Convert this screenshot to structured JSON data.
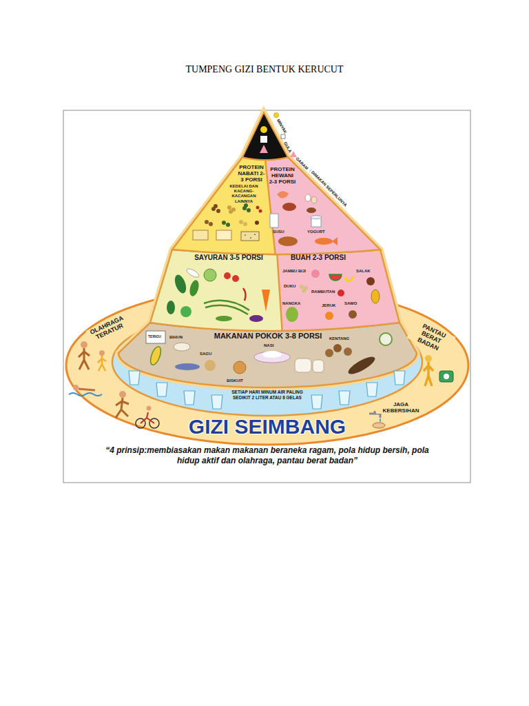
{
  "diagram": {
    "title": "TUMPENG GIZI BENTUK KERUCUT",
    "caption": "“4 prinsip:membiasakan makan makanan beraneka ragam, pola hidup bersih, pola hidup aktif dan olahraga, pantau berat badan”",
    "nodes": [
      {
        "text": [
          "PROTEIN NABATI 2-3 PORSI",
          "KEDELAI DAN KACANG-KACANGAN LAINNYA"
        ]
      },
      {
        "text": [
          "PROTEIN HEWANI 2-3 PORSI"
        ]
      },
      {
        "text": [
          "SAYURAN 3-5 PORSI"
        ]
      },
      {
        "text": [
          "BUAH 2-3 PORSI"
        ]
      },
      {
        "text": [
          "MAKANAN POKOK 3-8 PORSI"
        ]
      },
      {
        "text": [
          "SETIAP HARI MINUM AIR PALING SEDIKIT 2 LITER ATAU 8 GELAS"
        ]
      }
    ],
    "labels": [
      "MINYAK",
      "GULA",
      "GARAM",
      ": DIMAKAN SEPERLUNYA",
      "SUSU",
      "YOGURT",
      "JAMBU BIJI",
      "SALAK",
      "DUKU",
      "RAMBUTAN",
      "NANGKA",
      "JERUK",
      "SAWO",
      "TERIGU",
      "BIHUN",
      "NASI",
      "KENTANG",
      "SAGU",
      "BISKUIT",
      "OLAHRAGA TERATUR",
      "PANTAU BERAT BADAN",
      "JAGA KEBERSIHAN",
      "GIZI SEIMBANG"
    ]
  }
}
